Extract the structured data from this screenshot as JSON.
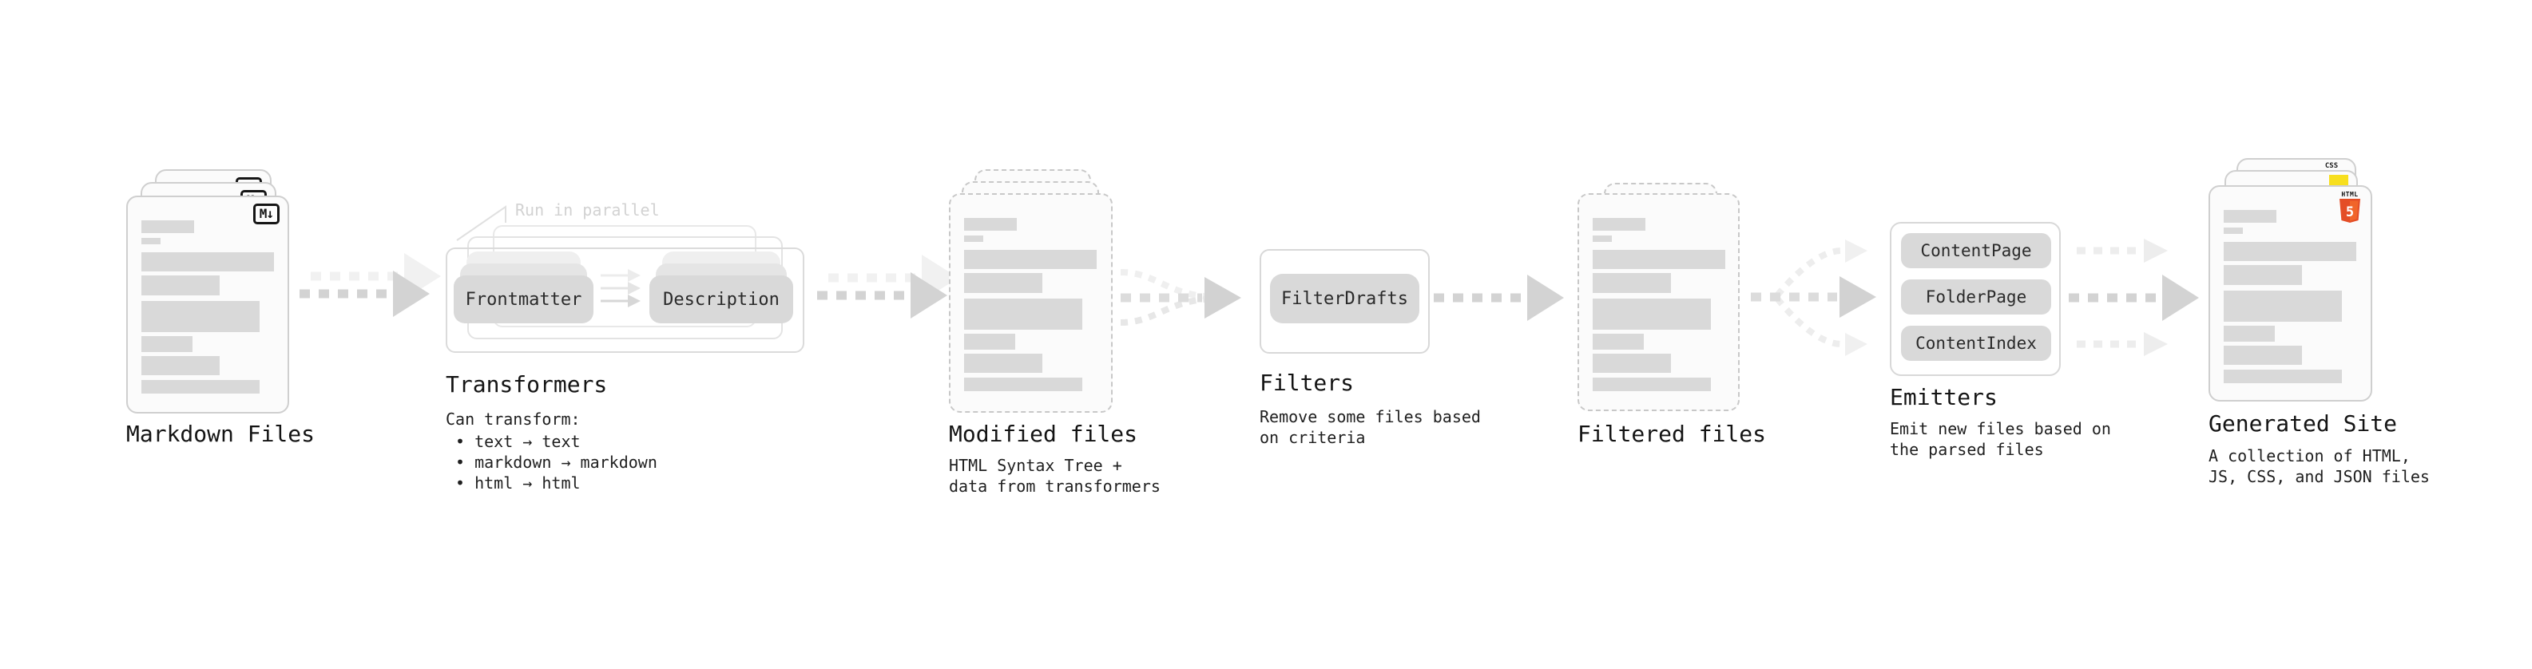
{
  "nodes": {
    "markdown_files": {
      "label": "Markdown Files",
      "file_badge": "M↓"
    },
    "transformers": {
      "label": "Transformers",
      "annotation": "Run in parallel",
      "step_left": "Frontmatter",
      "step_right": "Description",
      "description_title": "Can transform:",
      "bullets": [
        "• text → text",
        "• markdown → markdown",
        "• html → html"
      ]
    },
    "modified_files": {
      "label": "Modified files",
      "description_lines": [
        "HTML Syntax Tree +",
        "data from transformers"
      ]
    },
    "filters": {
      "label": "Filters",
      "step": "FilterDrafts",
      "description_lines": [
        "Remove some files based",
        "on criteria"
      ]
    },
    "filtered_files": {
      "label": "Filtered files"
    },
    "emitters": {
      "label": "Emitters",
      "steps": [
        "ContentPage",
        "FolderPage",
        "ContentIndex"
      ],
      "description_lines": [
        "Emit new files based on",
        "the parsed files"
      ]
    },
    "generated_site": {
      "label": "Generated Site",
      "description_lines": [
        "A collection of HTML,",
        "JS, CSS, and JSON files"
      ],
      "badges": {
        "css": "CSS",
        "html": "HTML",
        "html_number": "5"
      }
    }
  },
  "colors": {
    "background": "#ffffff",
    "card_fill": "#fbfbfb",
    "card_border": "#cfcfcf",
    "placeholder_bar": "#d9d9d9",
    "chip_fill": "#d9d9d9",
    "arrow": "#d3d3d3",
    "arrow_ghost": "#f1f1f1",
    "annotation_text": "#d2d2d2",
    "heading_text": "#141414",
    "body_text": "#1f1f1f",
    "js_badge_yellow": "#f7df1e",
    "css_badge_blue": "#2962ff",
    "html5_orange": "#e44d26"
  }
}
